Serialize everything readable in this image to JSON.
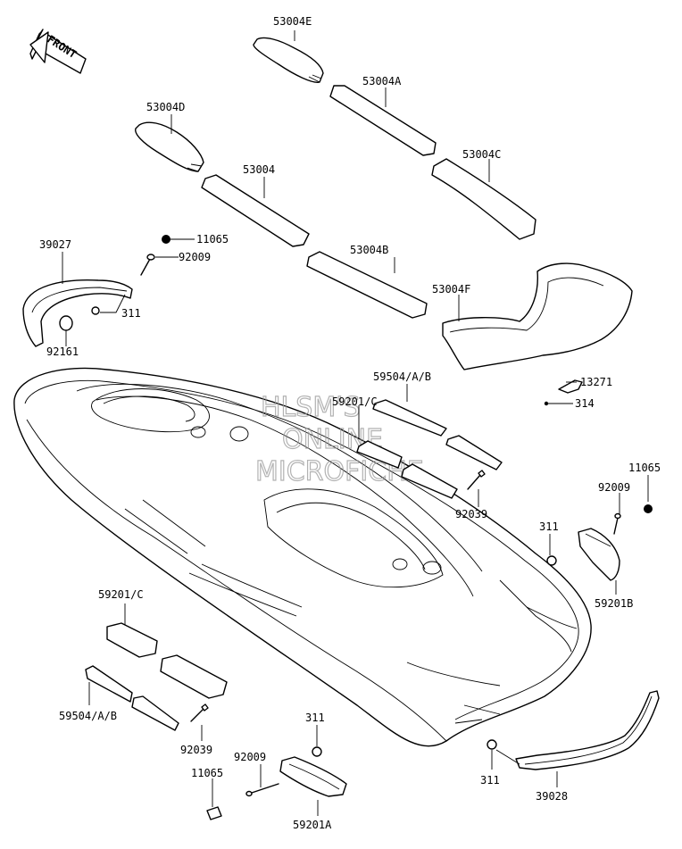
{
  "front_arrow": {
    "label": "FRONT"
  },
  "watermark": [
    "HLSM'S",
    "ONLINE",
    "MICROFICHE"
  ],
  "parts": {
    "p53004E": "53004E",
    "p53004A": "53004A",
    "p53004D": "53004D",
    "p53004C": "53004C",
    "p53004": "53004",
    "p53004B": "53004B",
    "p53004F": "53004F",
    "p39027": "39027",
    "p11065_top": "11065",
    "p92009_top": "92009",
    "p311_top": "311",
    "p92161": "92161",
    "p59504_right": "59504/A/B",
    "p59201C_right": "59201/C",
    "p13271": "13271",
    "p314": "314",
    "p92039_right": "92039",
    "p11065_right": "11065",
    "p92009_right": "92009",
    "p311_right": "311",
    "p59201B": "59201B",
    "p59201C_left": "59201/C",
    "p59504_left": "59504/A/B",
    "p92039_left": "92039",
    "p311_bottom": "311",
    "p92009_bottom": "92009",
    "p11065_bottom": "11065",
    "p59201A": "59201A",
    "p311_br": "311",
    "p39028": "39028"
  }
}
